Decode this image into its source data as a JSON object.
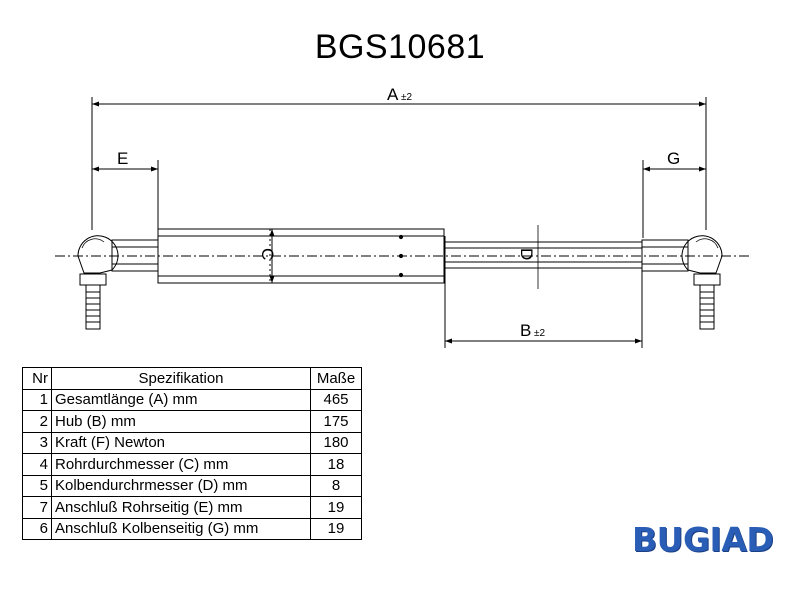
{
  "title": "BGS10681",
  "labels": {
    "A": "A",
    "A_tol": "±2",
    "B": "B",
    "B_tol": "±2",
    "C": "C",
    "D": "D",
    "E": "E",
    "G": "G"
  },
  "table": {
    "headers": {
      "nr": "Nr",
      "spec": "Spezifikation",
      "val": "Maße"
    },
    "rows": [
      {
        "nr": "1",
        "spec": "Gesamtlänge (A) mm",
        "val": "465"
      },
      {
        "nr": "2",
        "spec": "Hub (B)  mm",
        "val": "175"
      },
      {
        "nr": "3",
        "spec": "Kraft (F) Newton",
        "val": "180"
      },
      {
        "nr": "4",
        "spec": "Rohrdurchmesser (C) mm",
        "val": "18"
      },
      {
        "nr": "5",
        "spec": "Kolbendurchrmesser (D) mm",
        "val": "8"
      },
      {
        "nr": "7",
        "spec": "Anschluß Rohrseitig (E) mm",
        "val": "19"
      },
      {
        "nr": "6",
        "spec": "Anschluß Kolbenseitig (G) mm",
        "val": "19"
      }
    ]
  },
  "logo": {
    "text": "BUGIAD",
    "color": "#2a5db5"
  }
}
